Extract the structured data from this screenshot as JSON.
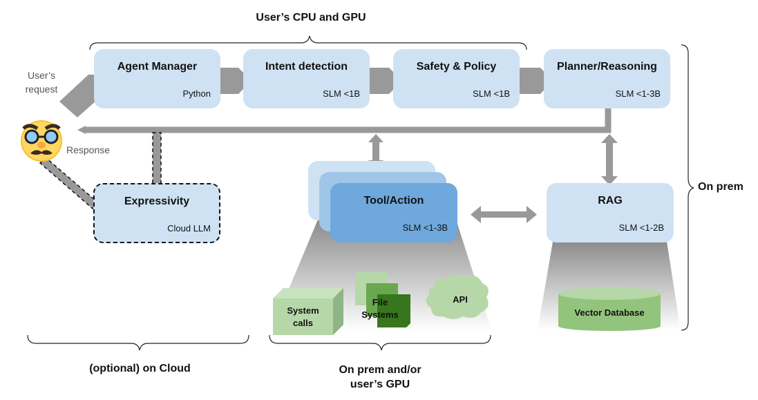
{
  "regions": {
    "users_cpu_gpu": "User’s CPU and GPU",
    "on_prem": "On prem",
    "optional_cloud": "(optional) on Cloud",
    "on_prem_user_gpu_line1": "On prem and/or",
    "on_prem_user_gpu_line2": "user’s GPU"
  },
  "labels": {
    "users_request_line1": "User’s",
    "users_request_line2": "request",
    "response": "Response"
  },
  "nodes": {
    "agent_manager": {
      "title": "Agent Manager",
      "sub": "Python"
    },
    "intent_detection": {
      "title": "Intent detection",
      "sub": "SLM <1B"
    },
    "safety_policy": {
      "title": "Safety & Policy",
      "sub": "SLM <1B"
    },
    "planner_reasoning": {
      "title": "Planner/Reasoning",
      "sub": "SLM <1-3B"
    },
    "expressivity": {
      "title": "Expressivity",
      "sub": "Cloud LLM"
    },
    "tool_action": {
      "title": "Tool/Action",
      "sub": "SLM <1-3B"
    },
    "rag": {
      "title": "RAG",
      "sub": "SLM <1-2B"
    }
  },
  "resources": {
    "system_calls_line1": "System",
    "system_calls_line2": "calls",
    "file_systems_line1": "File",
    "file_systems_line2": "Systems",
    "api": "API",
    "vector_database": "Vector Database"
  },
  "colors": {
    "node_light": "#cfe2f3",
    "node_mid": "#9fc5e8",
    "node_dark": "#6fa8dc",
    "arrow": "#999999",
    "green_light": "#b6d7a8",
    "green_mid": "#6aa84f",
    "green_dark": "#38761d",
    "db_green": "#93c47d"
  }
}
